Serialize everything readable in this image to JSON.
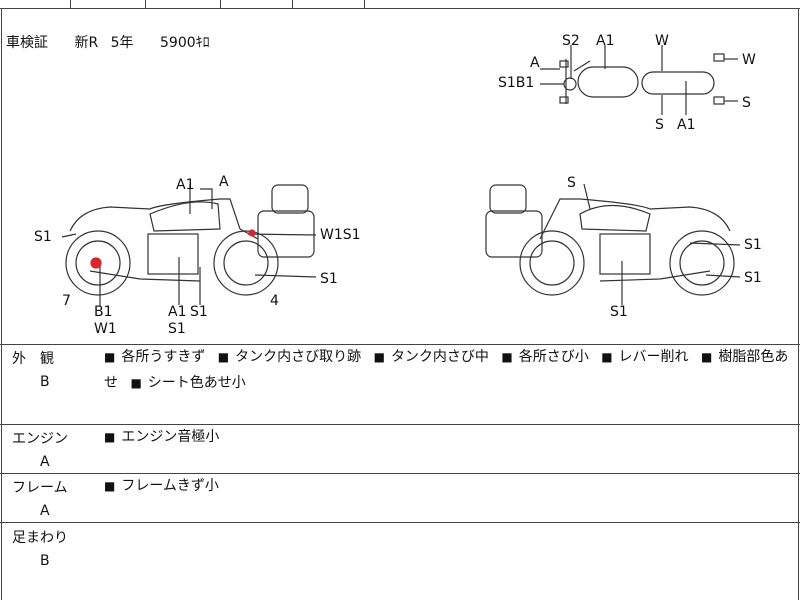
{
  "top_strip": {
    "fragment": ""
  },
  "registration": {
    "label": "車検証",
    "type": "新R",
    "years": "5年",
    "mileage": "5900",
    "mileage_unit": "ｷﾛ"
  },
  "diagram_labels": {
    "top_s2": "S2",
    "top_a1": "A1",
    "top_w_top": "W",
    "top_w_right": "W",
    "top_a": "A",
    "top_s1b1": "S1B1",
    "top_s_right": "S",
    "top_s_bottom": "S",
    "top_a1_bottom": "A1",
    "left_a1": "A1",
    "left_a": "A",
    "left_s1": "S1",
    "left_w1s1": "W1S1",
    "left_s1_right": "S1",
    "left_7": "7",
    "left_4": "4",
    "left_b1": "B1",
    "left_w1": "W1",
    "left_a1_bottom": "A1",
    "left_s1_bottom": "S1",
    "left_s1_bottom2": "S1",
    "right_s": "S",
    "right_s1_a": "S1",
    "right_s1_b": "S1",
    "right_s1_bottom": "S1"
  },
  "sections": [
    {
      "name": "外　観",
      "grade": "B",
      "items": [
        "各所うすきず",
        "タンク内さび取り跡",
        "タンク内さび中",
        "各所さび小",
        "レバー削れ",
        "樹脂部色あせ",
        "シート色あせ小"
      ]
    },
    {
      "name": "エンジン",
      "grade": "A",
      "items": [
        "エンジン音極小"
      ]
    },
    {
      "name": "フレーム",
      "grade": "A",
      "items": [
        "フレームきず小"
      ]
    },
    {
      "name": "足まわり",
      "grade": "B",
      "items": []
    }
  ],
  "bullet_symbol": "■"
}
